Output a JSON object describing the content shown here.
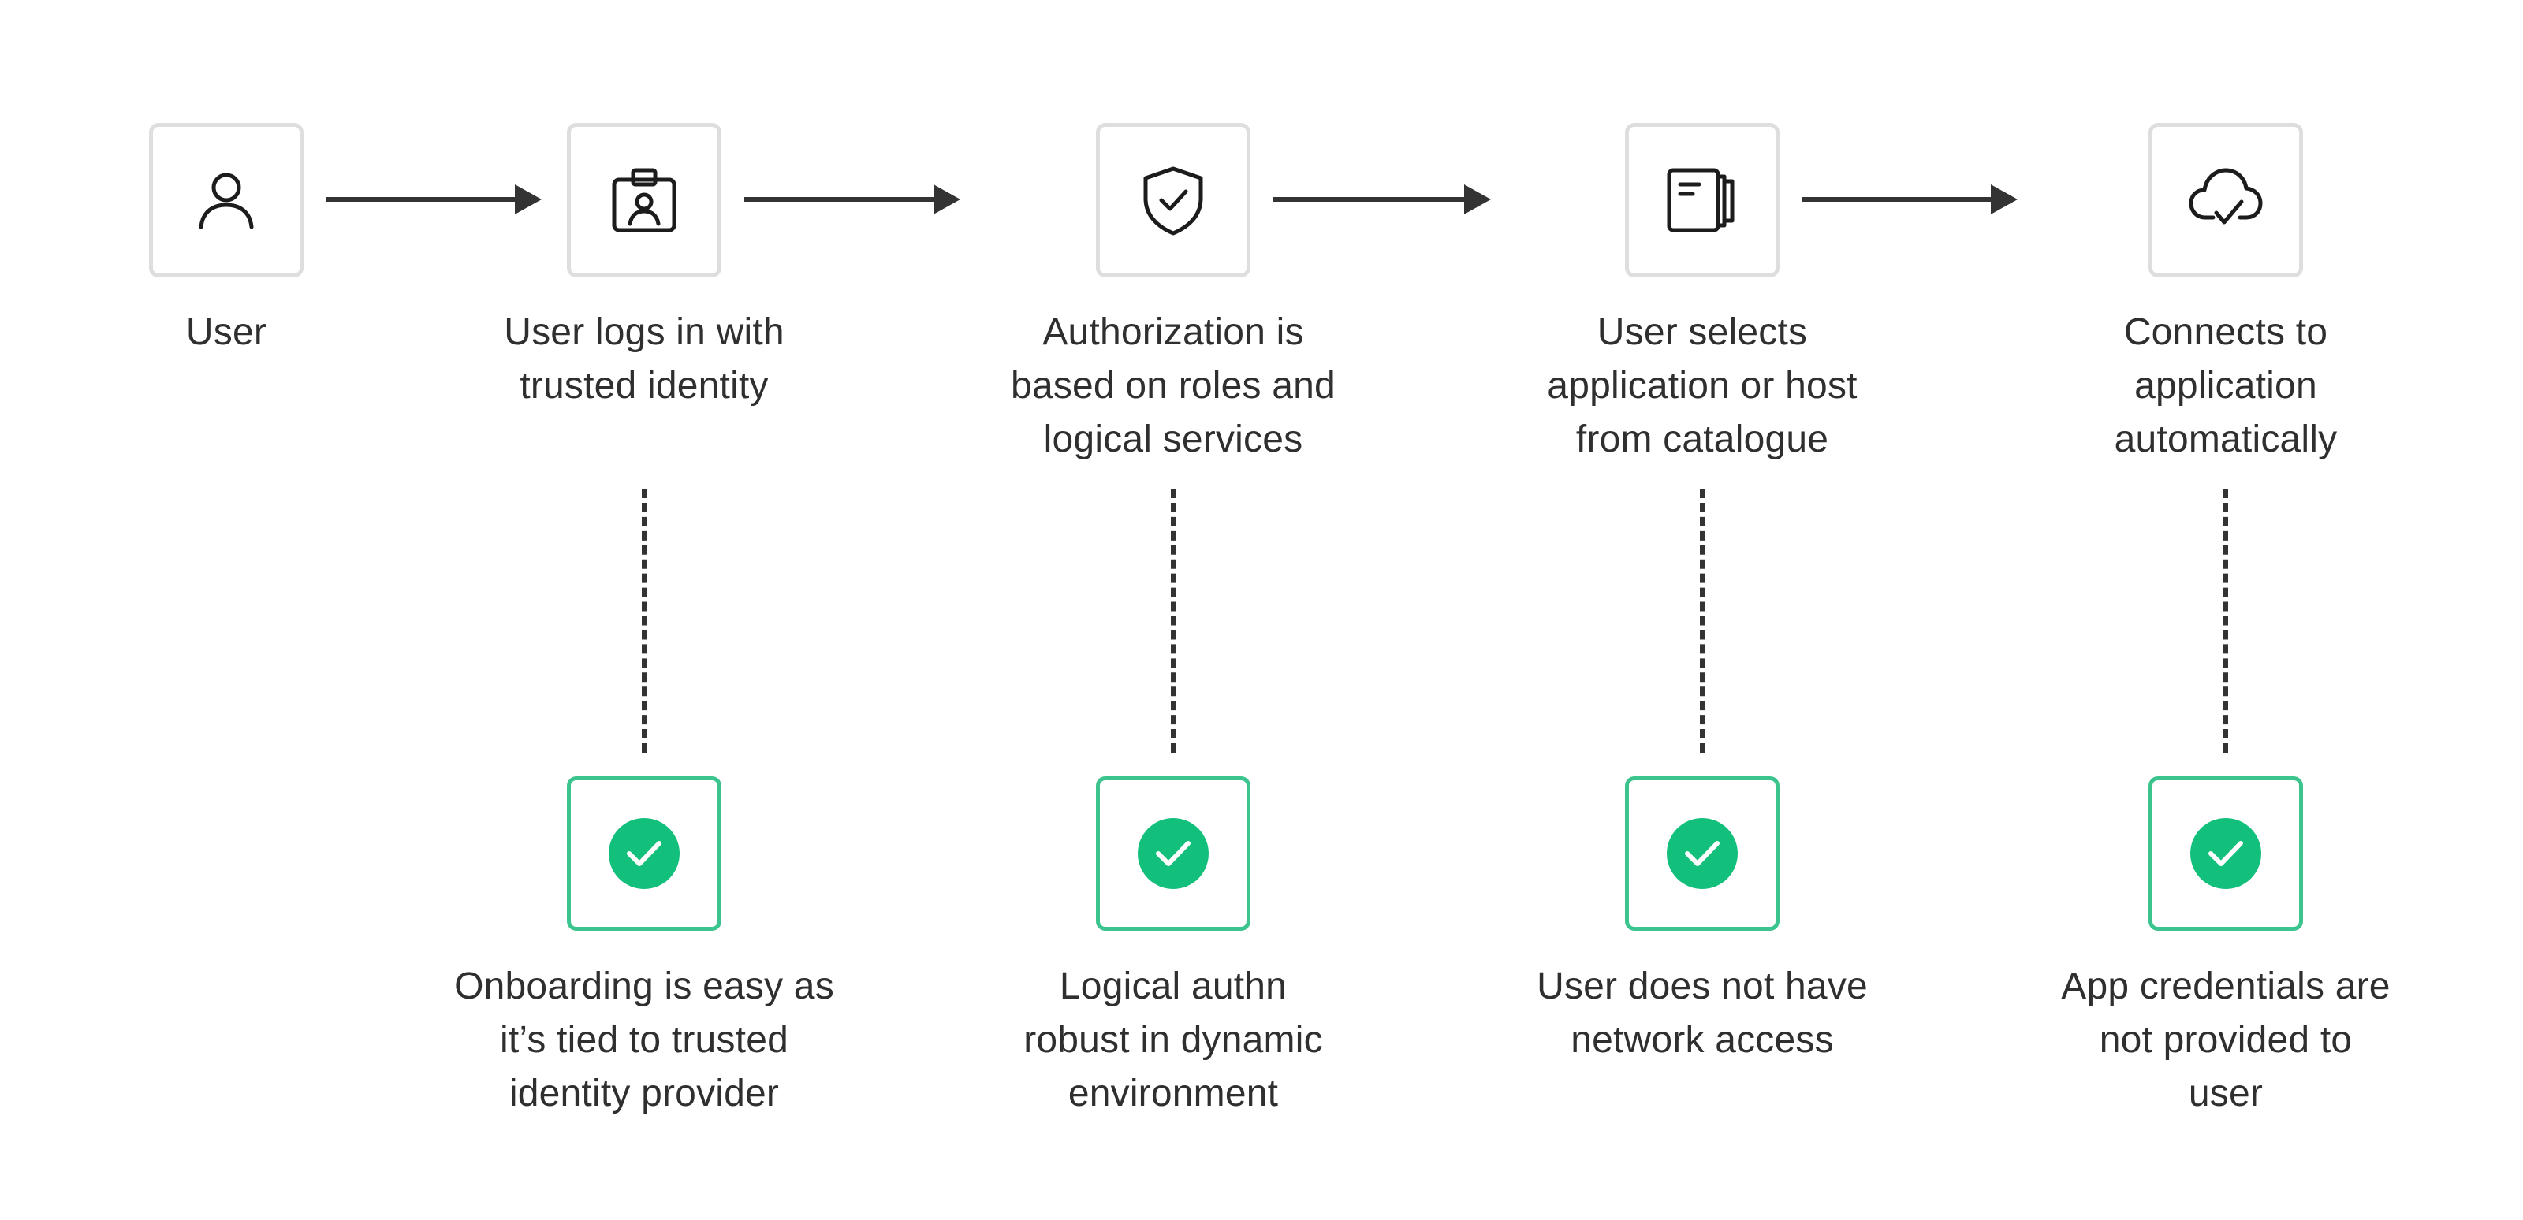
{
  "steps": [
    {
      "icon": "user-icon",
      "label_lines": [
        "User"
      ]
    },
    {
      "icon": "id-badge-icon",
      "label_lines": [
        "User logs in with",
        "trusted identity"
      ]
    },
    {
      "icon": "shield-check-icon",
      "label_lines": [
        "Authorization is",
        "based on roles and",
        "logical services"
      ]
    },
    {
      "icon": "catalogue-icon",
      "label_lines": [
        "User selects",
        "application or host",
        "from catalogue"
      ]
    },
    {
      "icon": "cloud-check-icon",
      "label_lines": [
        "Connects to",
        "application",
        "automatically"
      ]
    }
  ],
  "benefits": [
    {
      "icon": "check-circle-icon",
      "label_lines": [
        "Onboarding is easy as",
        "it’s tied to trusted",
        "identity provider"
      ]
    },
    {
      "icon": "check-circle-icon",
      "label_lines": [
        "Logical authn",
        "robust in dynamic",
        "environment"
      ]
    },
    {
      "icon": "check-circle-icon",
      "label_lines": [
        "User does not have",
        "network access"
      ]
    },
    {
      "icon": "check-circle-icon",
      "label_lines": [
        "App credentials are",
        "not provided to",
        "user"
      ]
    }
  ],
  "colors": {
    "step_border": "#dedede",
    "benefit_border": "#3cc48e",
    "check_fill": "#12bf7b",
    "arrow": "#333333",
    "text": "#2f2f2f"
  }
}
